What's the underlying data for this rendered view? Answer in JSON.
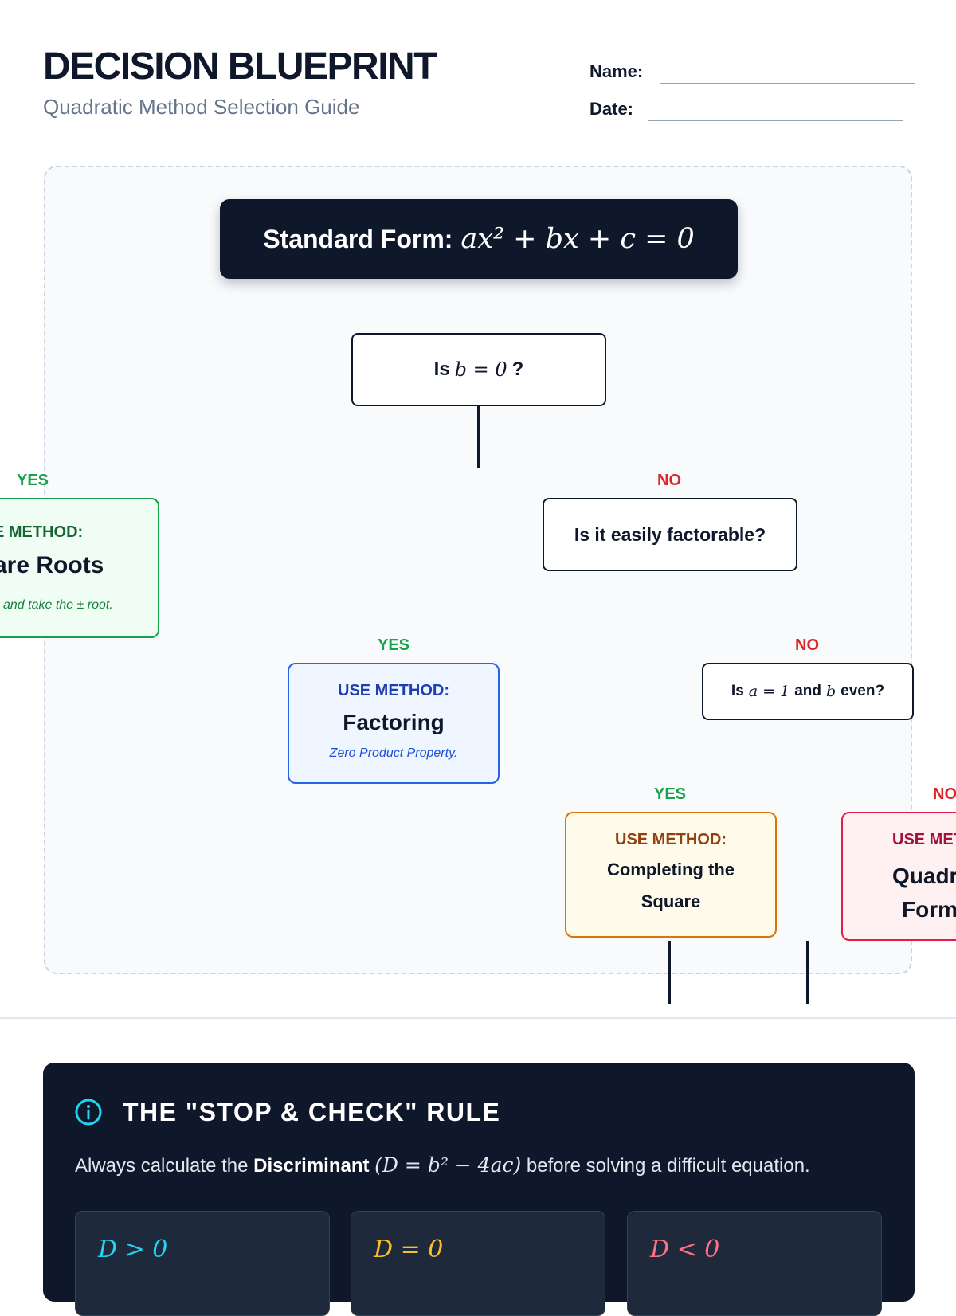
{
  "header": {
    "title": "DECISION BLUEPRINT",
    "subtitle": "Quadratic Method Selection Guide",
    "name_label": "Name:",
    "date_label": "Date:"
  },
  "flowchart": {
    "standard_form_label": "Standard Form:",
    "standard_form_equation": "ax² + bx + c = 0",
    "q1": {
      "prefix": "Is",
      "math": "b = 0",
      "suffix": "?"
    },
    "q2": {
      "text": "Is it easily factorable?"
    },
    "q3": {
      "prefix": "Is",
      "math_a": "a = 1",
      "mid": "and",
      "math_b": "b",
      "suffix": "even?"
    },
    "labels": {
      "yes": "YES",
      "no": "NO"
    },
    "method_label": "USE METHOD:",
    "methods": {
      "square_roots": {
        "label_visible": "E METHOD:",
        "name_visible": "are Roots",
        "desc_visible": "and take the ± root."
      },
      "factoring": {
        "name": "Factoring",
        "desc": "Zero Product Property."
      },
      "completing": {
        "name": "Completing the Square"
      },
      "quadratic": {
        "label_visible": "USE MET",
        "name_line1": "Quadr",
        "name_line2": "Form"
      }
    }
  },
  "rule": {
    "title": "THE \"STOP & CHECK\" RULE",
    "text_before": "Always calculate the",
    "text_bold": "Discriminant",
    "text_math": "(D = b² − 4ac)",
    "text_after": "before solving a difficult equation.",
    "cards": [
      {
        "expr": "D > 0",
        "color": "#22d3ee"
      },
      {
        "expr": "D = 0",
        "color": "#fbbf24"
      },
      {
        "expr": "D < 0",
        "color": "#fb7185"
      }
    ]
  },
  "colors": {
    "navy": "#0f172a",
    "yes_green": "#16a34a",
    "no_red": "#dc2626",
    "blue": "#2563eb",
    "orange": "#d97706",
    "rose": "#e11d48"
  }
}
